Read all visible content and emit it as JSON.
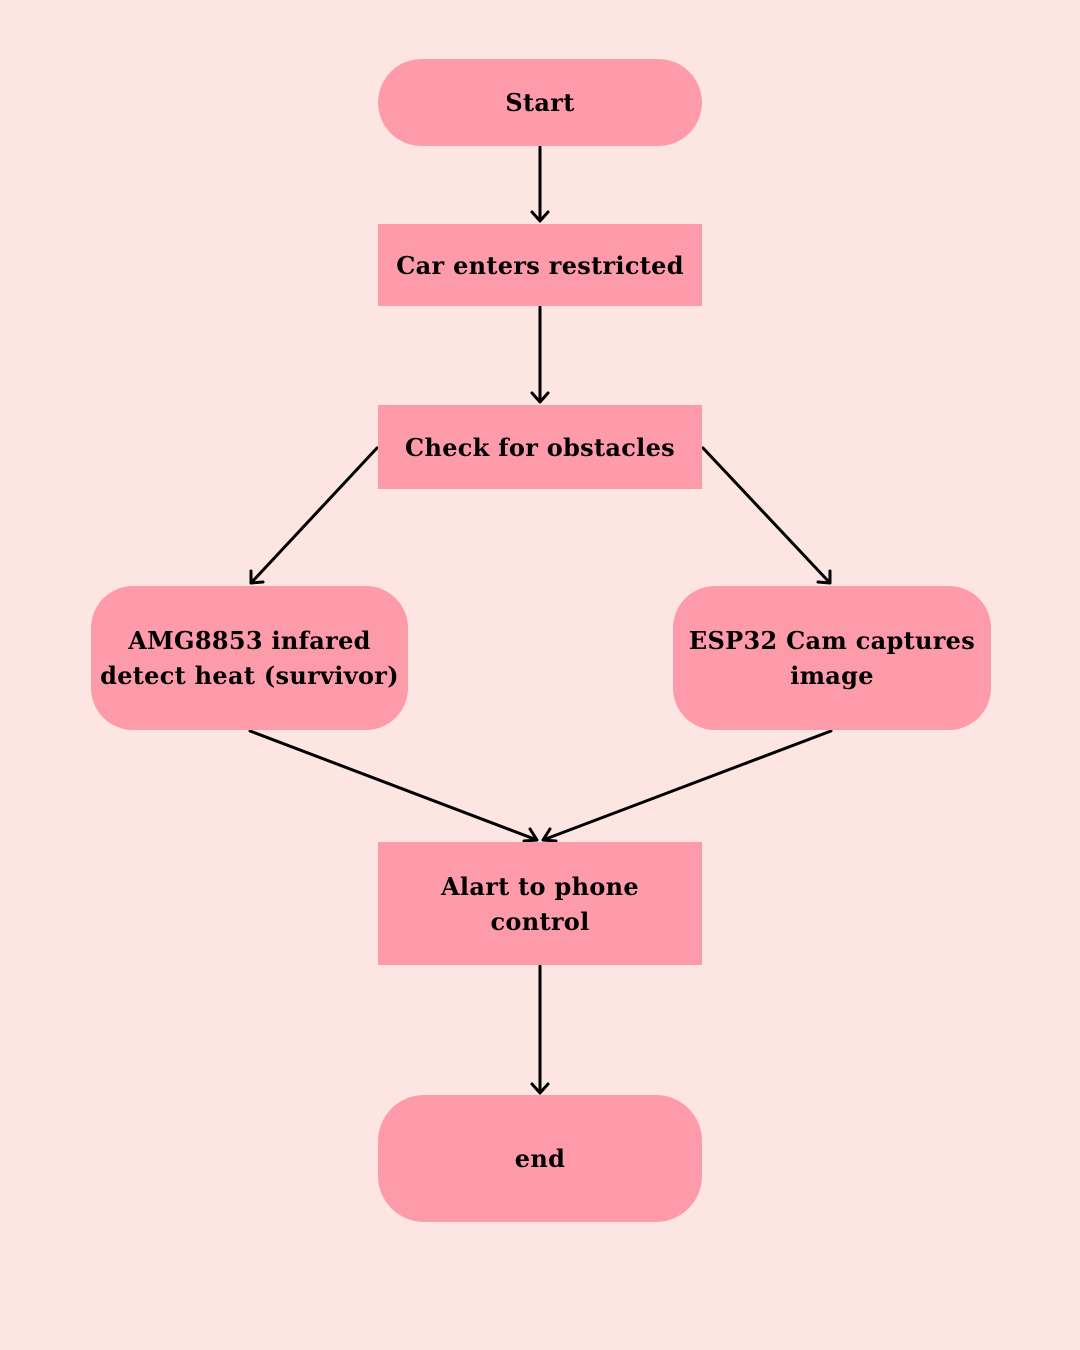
{
  "colors": {
    "background": "#fde5e2",
    "node_fill": "#fe9baa",
    "arrow": "#000000",
    "text": "#000000"
  },
  "nodes": {
    "start": "Start",
    "car_enters": "Car enters restricted",
    "check_obstacles": "Check for obstacles",
    "amg8853": "AMG8853 infared detect heat (survivor)",
    "esp32": "ESP32 Cam captures image",
    "alert": "Alart to phone control",
    "end": "end"
  }
}
